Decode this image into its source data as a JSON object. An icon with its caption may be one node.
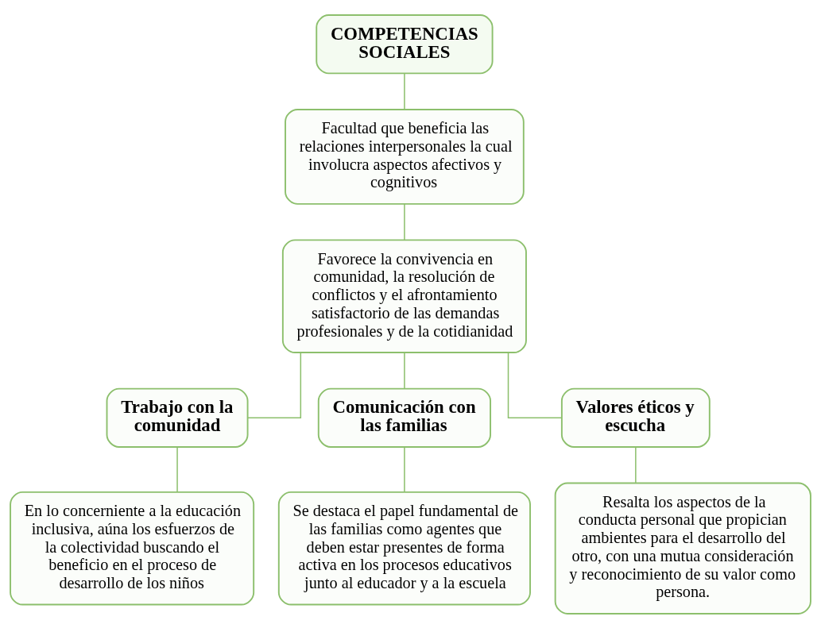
{
  "diagram": {
    "nodes": [
      {
        "text": [
          "COMPETENCIAS SOCIALES"
        ]
      },
      {
        "text": [
          "Facultad que beneficia las relaciones interpersonales la cual involucra aspectos afectivos y cognitivos"
        ]
      },
      {
        "text": [
          "Favorece la convivencia en comunidad, la resolución de conflictos y el afrontamiento satisfactorio de las demandas profesionales y de la cotidianidad"
        ]
      },
      {
        "text": [
          "Trabajo con la comunidad"
        ]
      },
      {
        "text": [
          "Comunicación con las familias"
        ]
      },
      {
        "text": [
          "Valores éticos y escucha"
        ]
      },
      {
        "text": [
          "En lo concerniente a la educación inclusiva, aúna los esfuerzos de la colectividad buscando el beneficio en el proceso de desarrollo de los niños"
        ]
      },
      {
        "text": [
          "Se destaca el papel fundamental de las familias como agentes que deben estar presentes de forma activa en los procesos educativos junto al educador y a la escuela"
        ]
      },
      {
        "text": [
          "Resalta los aspectos de la conducta personal que propician ambientes para el desarrollo del otro, con una mutua consideración y reconocimiento de su valor como persona."
        ]
      }
    ],
    "edges": [
      {
        "from": 0,
        "to": 1,
        "arrow": "none"
      },
      {
        "from": 1,
        "to": 2,
        "arrow": "none"
      },
      {
        "from": 2,
        "to": 3,
        "arrow": "none"
      },
      {
        "from": 2,
        "to": 4,
        "arrow": "none"
      },
      {
        "from": 2,
        "to": 5,
        "arrow": "none"
      },
      {
        "from": 3,
        "to": 6,
        "arrow": "none"
      },
      {
        "from": 4,
        "to": 7,
        "arrow": "none"
      },
      {
        "from": 5,
        "to": 8,
        "arrow": "none"
      }
    ]
  }
}
